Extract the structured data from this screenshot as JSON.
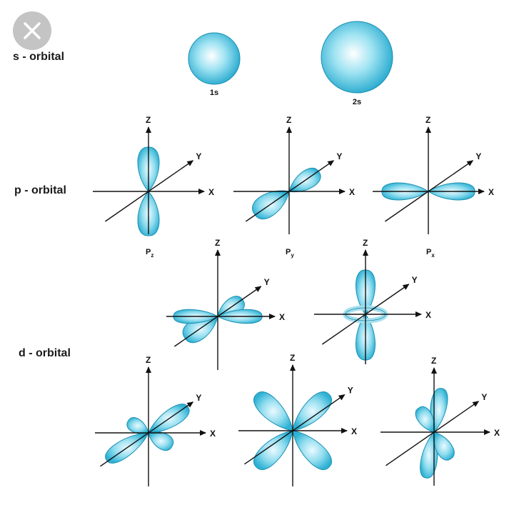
{
  "close_button": {
    "icon": "close-icon"
  },
  "rows": {
    "s": {
      "label": "s - orbital"
    },
    "p": {
      "label": "p - orbital"
    },
    "d": {
      "label": "d - orbital"
    }
  },
  "s_orbitals": [
    {
      "label": "1s"
    },
    {
      "label": "2s"
    }
  ],
  "p_orbitals": [
    {
      "base": "P",
      "sub": "z"
    },
    {
      "base": "P",
      "sub": "y"
    },
    {
      "base": "P",
      "sub": "x"
    }
  ],
  "axes": {
    "x": "X",
    "y": "Y",
    "z": "Z"
  },
  "colors": {
    "lobe_fill": "#4fc3de",
    "lobe_light": "#eafaff",
    "lobe_stroke": "#1a8fb0",
    "axis": "#111111"
  }
}
